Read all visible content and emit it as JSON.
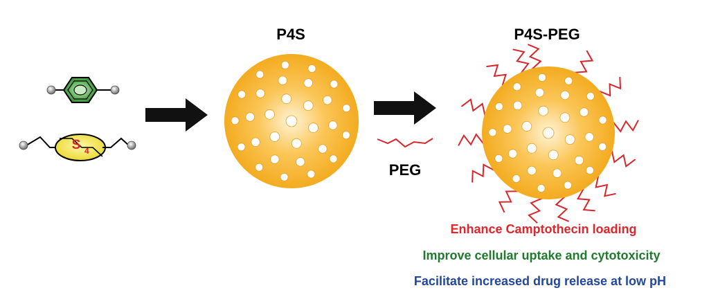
{
  "titles": {
    "p4s": "P4S",
    "p4s_peg": "P4S-PEG"
  },
  "reagent": {
    "peg": "PEG"
  },
  "precursor": {
    "s_label": "S",
    "s_subscript": "4"
  },
  "benefits": [
    {
      "text": "Enhance Camptothecin loading",
      "color": "#e0262b"
    },
    {
      "text": "Improve cellular uptake and cytotoxicity",
      "color": "#1f7a2e"
    },
    {
      "text": "Facilitate increased drug release at low pH",
      "color": "#23479c"
    }
  ],
  "colors": {
    "particle_core": "#fff4d6",
    "particle_mid": "#fbc658",
    "particle_edge": "#f2a615",
    "benzene_ring": "#3f9b3f",
    "disulfide_ring": "#f2e33a",
    "peg_chain": "#d9262b",
    "arrow": "#111111"
  },
  "icons": {
    "arrow": "right-arrow-icon",
    "benzene": "benzene-ring-icon",
    "disulfide": "disulfide-linker-icon",
    "peg": "peg-chain-icon"
  }
}
